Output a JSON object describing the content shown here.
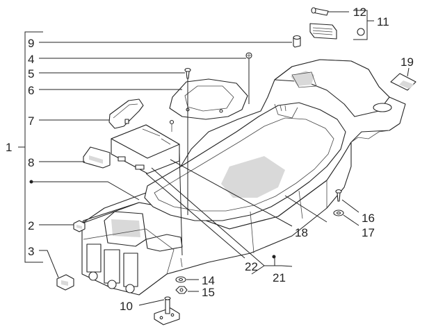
{
  "callouts": {
    "c1": "1",
    "c2": "2",
    "c3": "3",
    "c4": "4",
    "c5": "5",
    "c6": "6",
    "c7": "7",
    "c8": "8",
    "c9": "9",
    "c10": "10",
    "c11": "11",
    "c12": "12",
    "c14": "14",
    "c15": "15",
    "c16": "16",
    "c17": "17",
    "c18": "18",
    "c19": "19",
    "c21": "21",
    "c22": "22"
  }
}
